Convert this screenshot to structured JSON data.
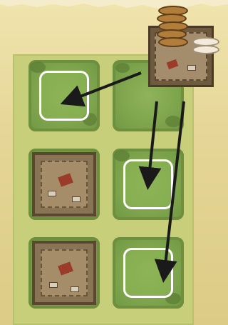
{
  "scene": {
    "description_labels": [],
    "grid": {
      "rows": 3,
      "cols": 2,
      "cells": [
        {
          "row": 1,
          "col": 1,
          "content": "empty-plot-highlighted"
        },
        {
          "row": 1,
          "col": 2,
          "content": "empty-plot"
        },
        {
          "row": 2,
          "col": 1,
          "content": "building"
        },
        {
          "row": 2,
          "col": 2,
          "content": "empty-plot-highlighted"
        },
        {
          "row": 3,
          "col": 1,
          "content": "building"
        },
        {
          "row": 3,
          "col": 2,
          "content": "empty-plot-highlighted"
        }
      ]
    },
    "pieces": {
      "brown_coin_stack_count": 5,
      "white_coin_stack_count": 2,
      "building_tile_card": "building-tile"
    },
    "arrows": [
      {
        "from": "building-tile",
        "to": "row1-col1"
      },
      {
        "from": "building-tile",
        "to": "row2-col2"
      },
      {
        "from": "building-tile",
        "to": "row3-col2"
      }
    ],
    "colors": {
      "parchment": "#e8d9a0",
      "board": "#c7cf7a",
      "grass": "#7da44c",
      "highlight_border": "#ffffff",
      "arrow": "#1a1a1a",
      "building_wall": "#5b4630",
      "brown_coin": "#b07d3a",
      "white_coin": "#f3ead9"
    }
  }
}
